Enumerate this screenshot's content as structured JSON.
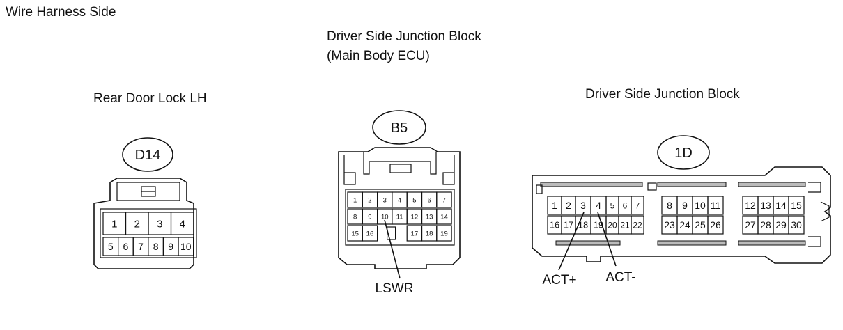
{
  "header": {
    "view_label": "Wire Harness Side"
  },
  "connectors": [
    {
      "label": "Rear Door Lock LH",
      "code": "D14",
      "rows": [
        [
          "1",
          "2",
          "3",
          "4"
        ],
        [
          "5",
          "6",
          "7",
          "8",
          "9",
          "10"
        ]
      ]
    },
    {
      "label_line1": "Driver Side Junction Block",
      "label_line2": "(Main Body ECU)",
      "code": "B5",
      "rows": [
        [
          "1",
          "2",
          "3",
          "4",
          "5",
          "6",
          "7"
        ],
        [
          "8",
          "9",
          "10",
          "11",
          "12",
          "13",
          "14"
        ],
        [
          "15",
          "16",
          "",
          "17",
          "18",
          "19"
        ]
      ],
      "signal": "LSWR",
      "signal_pin": "10"
    },
    {
      "label": "Driver Side Junction Block",
      "code": "1D",
      "blocks": [
        {
          "top": [
            "1",
            "2",
            "3",
            "4",
            "5",
            "6",
            "7"
          ],
          "bottom": [
            "16",
            "17",
            "18",
            "19",
            "20",
            "21",
            "22"
          ]
        },
        {
          "top": [
            "8",
            "9",
            "10",
            "11"
          ],
          "bottom": [
            "23",
            "24",
            "25",
            "26"
          ]
        },
        {
          "top": [
            "12",
            "13",
            "14",
            "15"
          ],
          "bottom": [
            "27",
            "28",
            "29",
            "30"
          ]
        }
      ],
      "signals": [
        {
          "name": "ACT+",
          "pin": "3"
        },
        {
          "name": "ACT-",
          "pin": "4"
        }
      ]
    }
  ]
}
